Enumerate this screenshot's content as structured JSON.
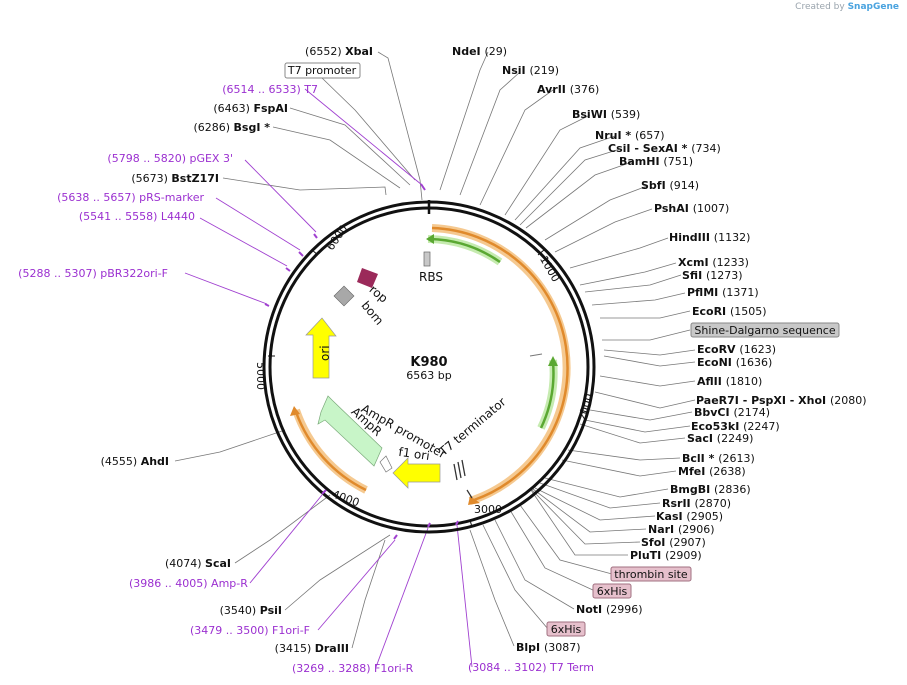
{
  "credit": {
    "prefix": "Created by",
    "brand": "SnapGene"
  },
  "plasmid": {
    "name": "K980",
    "length_label": "6563 bp",
    "length": 6563
  },
  "ticks": [
    "1000",
    "2000",
    "3000",
    "4000",
    "5000",
    "6000"
  ],
  "sites": [
    {
      "name": "XbaI",
      "pos": "(6552)",
      "side": "L"
    },
    {
      "name": "NdeI",
      "pos": "(29)",
      "side": "R"
    },
    {
      "name": "NsiI",
      "pos": "(219)",
      "side": "R"
    },
    {
      "name": "AvrII",
      "pos": "(376)",
      "side": "R"
    },
    {
      "name": "BsiWI",
      "pos": "(539)",
      "side": "R"
    },
    {
      "name": "NruI *",
      "pos": "(657)",
      "side": "R"
    },
    {
      "name": "CsiI - SexAI *",
      "pos": "(734)",
      "side": "R"
    },
    {
      "name": "BamHI",
      "pos": "(751)",
      "side": "R"
    },
    {
      "name": "SbfI",
      "pos": "(914)",
      "side": "R"
    },
    {
      "name": "PshAI",
      "pos": "(1007)",
      "side": "R"
    },
    {
      "name": "HindIII",
      "pos": "(1132)",
      "side": "R"
    },
    {
      "name": "XcmI",
      "pos": "(1233)",
      "side": "R"
    },
    {
      "name": "SfiI",
      "pos": "(1273)",
      "side": "R"
    },
    {
      "name": "PflMI",
      "pos": "(1371)",
      "side": "R"
    },
    {
      "name": "EcoRI",
      "pos": "(1505)",
      "side": "R"
    },
    {
      "name": "EcoRV",
      "pos": "(1623)",
      "side": "R"
    },
    {
      "name": "EcoNI",
      "pos": "(1636)",
      "side": "R"
    },
    {
      "name": "AflII",
      "pos": "(1810)",
      "side": "R"
    },
    {
      "name": "PaeR7I - PspXI - XhoI",
      "pos": "(2080)",
      "side": "R"
    },
    {
      "name": "BbvCI",
      "pos": "(2174)",
      "side": "R"
    },
    {
      "name": "Eco53kI",
      "pos": "(2247)",
      "side": "R"
    },
    {
      "name": "SacI",
      "pos": "(2249)",
      "side": "R"
    },
    {
      "name": "BclI *",
      "pos": "(2613)",
      "side": "R"
    },
    {
      "name": "MfeI",
      "pos": "(2638)",
      "side": "R"
    },
    {
      "name": "BmgBI",
      "pos": "(2836)",
      "side": "R"
    },
    {
      "name": "RsrII",
      "pos": "(2870)",
      "side": "R"
    },
    {
      "name": "KasI",
      "pos": "(2905)",
      "side": "R"
    },
    {
      "name": "NarI",
      "pos": "(2906)",
      "side": "R"
    },
    {
      "name": "SfoI",
      "pos": "(2907)",
      "side": "R"
    },
    {
      "name": "PluTI",
      "pos": "(2909)",
      "side": "R"
    },
    {
      "name": "NotI",
      "pos": "(2996)",
      "side": "R"
    },
    {
      "name": "BlpI",
      "pos": "(3087)",
      "side": "R"
    },
    {
      "name": "DraIII",
      "pos": "(3415)",
      "side": "L"
    },
    {
      "name": "PsiI",
      "pos": "(3540)",
      "side": "L"
    },
    {
      "name": "ScaI",
      "pos": "(4074)",
      "side": "L"
    },
    {
      "name": "AhdI",
      "pos": "(4555)",
      "side": "L"
    },
    {
      "name": "BstZ17I",
      "pos": "(5673)",
      "side": "L"
    },
    {
      "name": "BsgI *",
      "pos": "(6286)",
      "side": "L"
    },
    {
      "name": "FspAI",
      "pos": "(6463)",
      "side": "L"
    }
  ],
  "primers": [
    {
      "range": "(6514 .. 6533)",
      "name": "T7"
    },
    {
      "range": "(5798 .. 5820)",
      "name": "pGEX 3'"
    },
    {
      "range": "(5638 .. 5657)",
      "name": "pRS-marker"
    },
    {
      "range": "(5541 .. 5558)",
      "name": "L4440"
    },
    {
      "range": "(5288 .. 5307)",
      "name": "pBR322ori-F"
    },
    {
      "range": "(3986 .. 4005)",
      "name": "Amp-R"
    },
    {
      "range": "(3479 .. 3500)",
      "name": "F1ori-F"
    },
    {
      "range": "(3269 .. 3288)",
      "name": "F1ori-R"
    },
    {
      "range": "(3084 .. 3102)",
      "name": "T7 Term"
    }
  ],
  "boxed_features": [
    {
      "label": "T7 promoter",
      "style": "white"
    },
    {
      "label": "Shine-Dalgarno sequence",
      "style": "gray"
    },
    {
      "label": "thrombin site",
      "style": "pink"
    },
    {
      "label": "6xHis",
      "style": "pink"
    },
    {
      "label": "6xHis",
      "style": "pink"
    }
  ],
  "inner_features": [
    {
      "label": "RBS"
    },
    {
      "label": "rop"
    },
    {
      "label": "bom"
    },
    {
      "label": "ori"
    },
    {
      "label": "AmpR promoter"
    },
    {
      "label": "AmpR"
    },
    {
      "label": "f1 ori"
    },
    {
      "label": "T7 terminator"
    }
  ],
  "colors": {
    "backbone": "#222222",
    "primer": "#9b30d0",
    "orange_feature": "#f0a050",
    "green_feature": "#7ac943",
    "ori": "#ffff00",
    "ampr": "#c8f5c8",
    "rop": "#9b2a5a",
    "bom": "#a8a8a8",
    "pink_box": "#e6c0cc",
    "gray_box": "#c8c8c8"
  }
}
